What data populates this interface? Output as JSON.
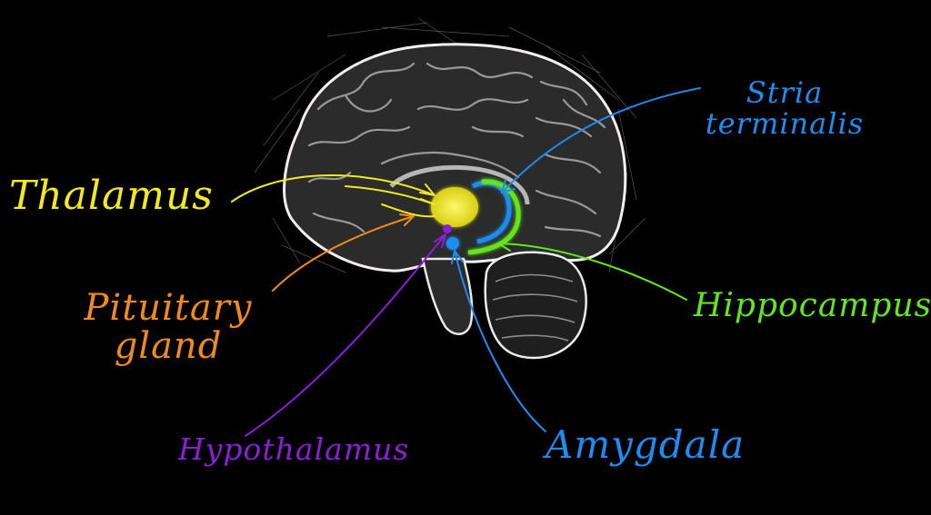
{
  "labels": {
    "thalamus": {
      "text": "Thalamus",
      "color": "#f2ea1f"
    },
    "pituitary": {
      "line1": "Pituitary",
      "line2": "gland",
      "color": "#f08a1e"
    },
    "hypothalamus": {
      "text": "Hypothalamus",
      "color": "#8a1fd6"
    },
    "stria": {
      "line1": "Stria",
      "line2": "terminalis",
      "color": "#1e8cf0"
    },
    "hippocampus": {
      "text": "Hippocampus",
      "color": "#63e51f"
    },
    "amygdala": {
      "text": "Amygdala",
      "color": "#1e8cf0"
    }
  },
  "colors": {
    "background": "#000000",
    "brain_outline": "#f4eef2",
    "brain_fill": "#2a2a2a",
    "cerebellum_fill": "#1e1e1e"
  }
}
